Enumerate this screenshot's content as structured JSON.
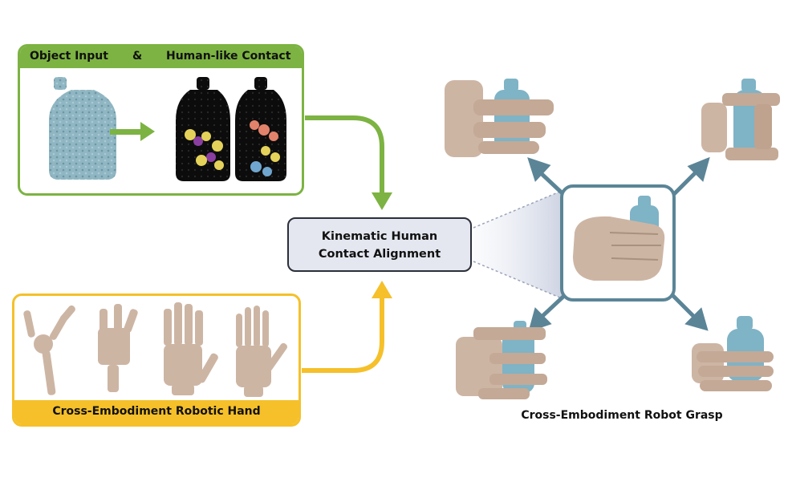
{
  "object_panel": {
    "header_left": "Object Input",
    "header_amp": "&",
    "header_right": "Human-like Contact"
  },
  "hand_panel": {
    "footer": "Cross-Embodiment Robotic Hand"
  },
  "center_box": {
    "line1": "Kinematic Human",
    "line2": "Contact Alignment"
  },
  "output_label": "Cross-Embodiment Robot Grasp",
  "colors": {
    "green": "#7cb342",
    "yellow": "#f5c02a",
    "steel_blue": "#5b8597",
    "hand_skin": "#cdb5a4",
    "bottle_blue": "#7fb3c6",
    "contact_yellow": "#e5d25a",
    "contact_purple": "#8a3fa0",
    "contact_salmon": "#e3826b",
    "contact_blue": "#6fa6cf"
  }
}
